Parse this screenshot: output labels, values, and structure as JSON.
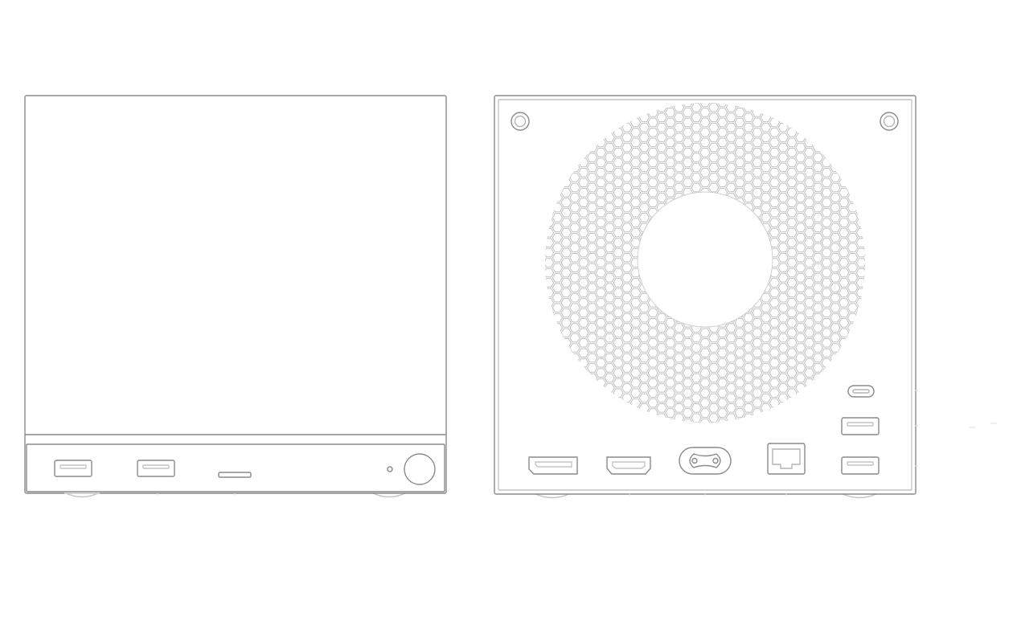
{
  "figure": {
    "views": [
      {
        "id": "front",
        "ports": [
          "usb-a",
          "usb-a",
          "microsd-slot",
          "status-led",
          "power-button"
        ]
      },
      {
        "id": "rear",
        "ports": [
          "mount-hole",
          "mount-hole",
          "fan-grille",
          "usb-c",
          "usb-a",
          "usb-a",
          "displayport",
          "hdmi",
          "ac-power-inlet",
          "ethernet-rj45"
        ]
      }
    ]
  },
  "colors": {
    "line": "#8a8a8a",
    "line_light": "#c4c4c4",
    "line_faint": "#dedede",
    "background": "#ffffff"
  }
}
